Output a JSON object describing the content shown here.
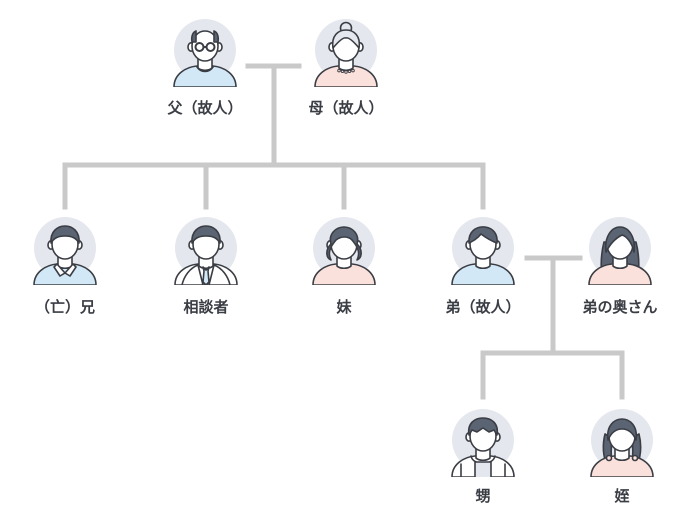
{
  "diagram": {
    "type": "family-tree",
    "colors": {
      "connector": "#c9c9c9",
      "avatar_bg": "#e5e7ee",
      "hair": "#5b6473",
      "skin": "#ffffff",
      "line": "#3a3d44",
      "shirt_blue": "#d3e8f6",
      "shirt_pink": "#fbe1dc",
      "label": "#3a3d44"
    },
    "people": [
      {
        "id": "father",
        "label": "父（故人）",
        "icon": "elderly-man-glasses-icon"
      },
      {
        "id": "mother",
        "label": "母（故人）",
        "icon": "elderly-woman-bun-icon"
      },
      {
        "id": "older-brother",
        "label": "（亡）兄",
        "icon": "man-collared-shirt-icon"
      },
      {
        "id": "consultant",
        "label": "相談者",
        "icon": "man-suit-tie-icon"
      },
      {
        "id": "younger-sister",
        "label": "妹",
        "icon": "woman-short-hair-icon"
      },
      {
        "id": "younger-brother",
        "label": "弟（故人）",
        "icon": "man-casual-icon"
      },
      {
        "id": "brothers-wife",
        "label": "弟の奥さん",
        "icon": "woman-long-hair-icon"
      },
      {
        "id": "nephew",
        "label": "甥",
        "icon": "boy-hoodie-icon"
      },
      {
        "id": "niece",
        "label": "姪",
        "icon": "girl-pigtails-icon"
      }
    ]
  }
}
